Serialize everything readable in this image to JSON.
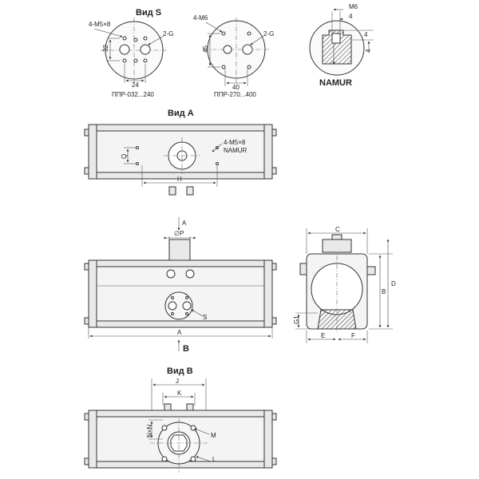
{
  "views": {
    "view_s": "Вид S",
    "view_a": "Вид А",
    "view_b": "Вид В",
    "namur": "NAMUR"
  },
  "flange_small": {
    "holes": "4-M5×8",
    "port": "2-G",
    "dim_vertical": "32",
    "dim_horizontal": "24",
    "caption": "ППР-032...240"
  },
  "flange_large": {
    "holes": "4-M6",
    "port": "2-G",
    "dim_vertical": "45",
    "dim_horizontal": "40",
    "caption": "ППР-270...400"
  },
  "namur_detail": {
    "thread": "M6",
    "dim_top": "4",
    "dim_mid": "4",
    "dim_side": "4"
  },
  "top_view": {
    "holes": "4-M5×8",
    "namur": "NAMUR",
    "dim_q": "Q",
    "dim_h": "H"
  },
  "front_view": {
    "arrow_top": "A",
    "dim_p": "∅P",
    "dim_a": "A",
    "arrow_bottom": "B",
    "label_s": "S"
  },
  "side_view": {
    "dim_c": "C",
    "dim_b": "B",
    "dim_d": "D",
    "dim_g1": "G1",
    "dim_e": "E",
    "dim_f": "F"
  },
  "bottom_view": {
    "dim_j": "J",
    "dim_k": "K",
    "dim_nn": "N×N",
    "dim_m": "M",
    "dim_l": "L"
  }
}
